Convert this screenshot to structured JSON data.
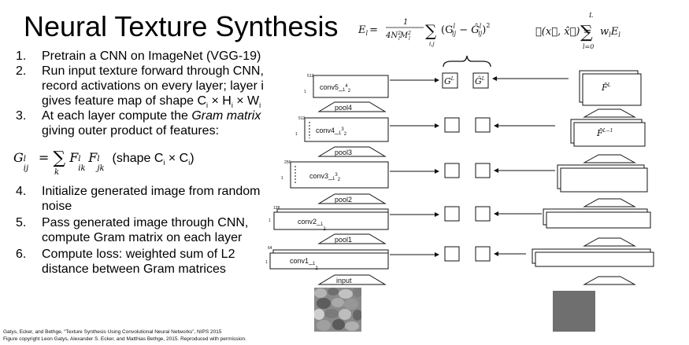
{
  "title": "Neural Texture Synthesis",
  "steps": [
    {
      "num": "1.",
      "lines": [
        "Pretrain a CNN on ImageNet (VGG-19)"
      ]
    },
    {
      "num": "2.",
      "lines": [
        "Run input texture forward through CNN,",
        "record activations on every layer; layer i",
        "gives feature map of shape C",
        "× H",
        "× W"
      ]
    },
    {
      "num": "3.",
      "lines": [
        "At each layer compute the ",
        "Gram matrix",
        "giving outer product of features:"
      ]
    },
    {
      "num": "4.",
      "lines": [
        "Initialize generated image from random",
        "noise"
      ]
    },
    {
      "num": "5.",
      "lines": [
        "Pass generated image through CNN,",
        "compute Gram matrix on each layer"
      ]
    },
    {
      "num": "6.",
      "lines": [
        "Compute loss: weighted sum of L2",
        "distance between Gram matrices"
      ]
    }
  ],
  "subscripts": {
    "i": "i"
  },
  "gram_definition": {
    "lhs": "G",
    "lhs_sup": "l",
    "lhs_sub": "ij",
    "eq": "=",
    "sum": "∑",
    "sum_sub": "k",
    "f1": "F",
    "f1_sup": "l",
    "f1_sub": "ik",
    "f2": "F",
    "f2_sup": "l",
    "f2_sub": "jk",
    "shape": "(shape C",
    "shape_mid": " × C",
    "shape_end": ")"
  },
  "formulas": {
    "layer_loss": {
      "lhs": "E",
      "lhs_sub": "l",
      "eq": "=",
      "num": "1",
      "den": "4N",
      "den_sup1": "2",
      "den_sub1": "l",
      "den_mid": "M",
      "den_sup2": "2",
      "den_sub2": "l",
      "sum": "∑",
      "sum_sub": "i,j",
      "body": "(G",
      "body_sup": "l",
      "body_sub": "ij",
      "minus": " − Ĝ",
      "minus_sup": "l",
      "minus_sub": "ij",
      "close": ")",
      "close_sup": "2"
    },
    "total_loss": {
      "lhs": "ℒ(x⃗, x̂⃗) =",
      "sum": "∑",
      "sum_top": "L",
      "sum_bottom": "l=0",
      "body": "w",
      "body_sub": "l",
      "body2": "E",
      "body2_sub": "l"
    }
  },
  "network": {
    "layers": [
      {
        "label": "conv5_",
        "sub": "1",
        "sup": "4",
        "sub2": "2",
        "size": "512"
      },
      {
        "label": "conv4_",
        "sub": "1",
        "sup": "3",
        "sub2": "2",
        "size": "512"
      },
      {
        "label": "conv3_",
        "sub": "1",
        "sup": "3",
        "sub2": "2",
        "size": "256"
      },
      {
        "label": "conv2_",
        "sub": "1",
        "sup": "",
        "sub2": "2",
        "size": "128"
      },
      {
        "label": "conv1_",
        "sub": "1",
        "sup": "",
        "sub2": "2",
        "size": "64"
      }
    ],
    "pools": [
      "pool4",
      "pool3",
      "pool2",
      "pool1"
    ],
    "input_label": "input",
    "size_axis": "1",
    "gram_labels": {
      "g": "G",
      "g_sup": "L",
      "ghat": "Ĝ",
      "ghat_sup": "L"
    },
    "feature_labels": {
      "top": "F̂",
      "top_sup": "L",
      "second": "F̂",
      "second_sup": "L−1"
    }
  },
  "citation": [
    "Gatys, Ecker, and Bethge, “Texture Synthesis Using Convolutional Neural Networks”, NIPS 2015",
    "Figure copyright Leon Gatys, Alexander S. Ecker, and Matthias Bethge, 2015. Reproduced with permission."
  ],
  "colors": {
    "noise": "#6f6f6f",
    "rock_base": "#9a9a9a",
    "lines": "#111111"
  }
}
